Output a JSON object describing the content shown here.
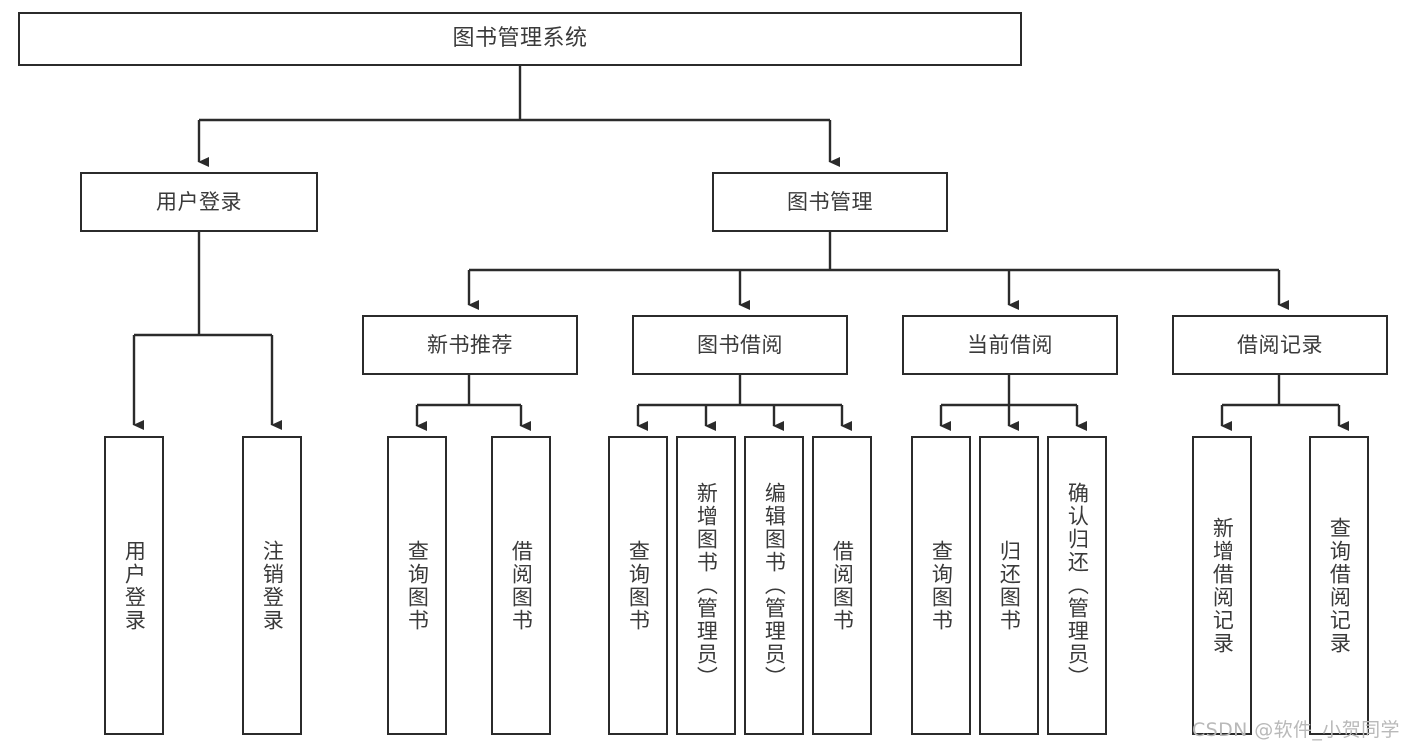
{
  "diagram": {
    "title": "图书管理系统",
    "type": "tree",
    "colors": {
      "box_border": "#2b2b2b",
      "box_fill": "#ffffff",
      "edge": "#2b2b2b",
      "text": "#3a3a3a",
      "watermark": "#b9b9b9",
      "background": "#ffffff"
    },
    "levels": {
      "root": {
        "label": "图书管理系统"
      },
      "level2": [
        {
          "id": "user-login",
          "label": "用户登录"
        },
        {
          "id": "book-manage",
          "label": "图书管理"
        }
      ],
      "level3": [
        {
          "id": "new-book-rec",
          "label": "新书推荐",
          "parent": "book-manage"
        },
        {
          "id": "book-borrow",
          "label": "图书借阅",
          "parent": "book-manage"
        },
        {
          "id": "current-borrow",
          "label": "当前借阅",
          "parent": "book-manage"
        },
        {
          "id": "borrow-record",
          "label": "借阅记录",
          "parent": "book-manage"
        }
      ],
      "leaves": [
        {
          "id": "leaf-user-login",
          "label": "用户登录",
          "parent": "user-login"
        },
        {
          "id": "leaf-user-logout",
          "label": "注销登录",
          "parent": "user-login"
        },
        {
          "id": "leaf-query-book-1",
          "label": "查询图书",
          "parent": "new-book-rec"
        },
        {
          "id": "leaf-borrow-book-1",
          "label": "借阅图书",
          "parent": "new-book-rec"
        },
        {
          "id": "leaf-query-book-2",
          "label": "查询图书",
          "parent": "book-borrow"
        },
        {
          "id": "leaf-add-book",
          "label": "新增图书（管理员）",
          "parent": "book-borrow"
        },
        {
          "id": "leaf-edit-book",
          "label": "编辑图书（管理员）",
          "parent": "book-borrow"
        },
        {
          "id": "leaf-borrow-book-2",
          "label": "借阅图书",
          "parent": "book-borrow"
        },
        {
          "id": "leaf-query-book-3",
          "label": "查询图书",
          "parent": "current-borrow"
        },
        {
          "id": "leaf-return-book",
          "label": "归还图书",
          "parent": "current-borrow"
        },
        {
          "id": "leaf-confirm-return",
          "label": "确认归还（管理员）",
          "parent": "current-borrow"
        },
        {
          "id": "leaf-add-record",
          "label": "新增借阅记录",
          "parent": "borrow-record"
        },
        {
          "id": "leaf-query-record",
          "label": "查询借阅记录",
          "parent": "borrow-record"
        }
      ]
    }
  },
  "watermark": {
    "text": "CSDN @软件_小贺同学"
  }
}
